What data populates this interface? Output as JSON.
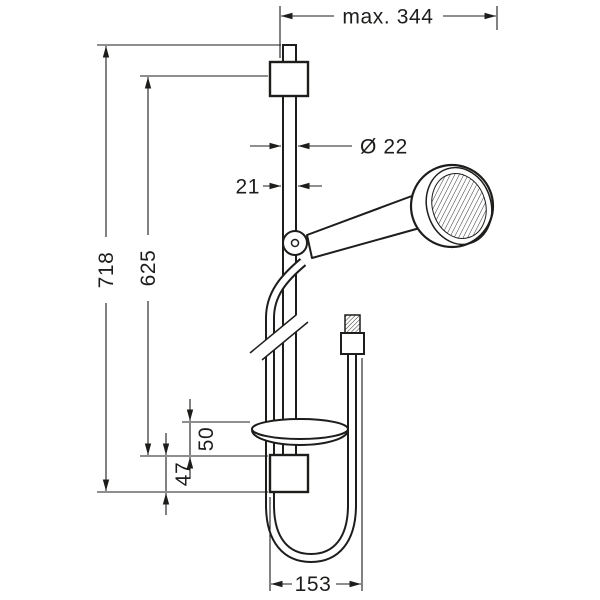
{
  "drawing": {
    "background_color": "#ffffff",
    "line_color": "#1d1d1b",
    "dimensions": {
      "max_width": "max. 344",
      "bar_diameter": "Ø 22",
      "bar_width": "21",
      "overall_height": "718",
      "bar_length": "625",
      "soap_dish_offset": "50",
      "bracket_height": "47",
      "hose_outlet_distance": "153"
    }
  }
}
